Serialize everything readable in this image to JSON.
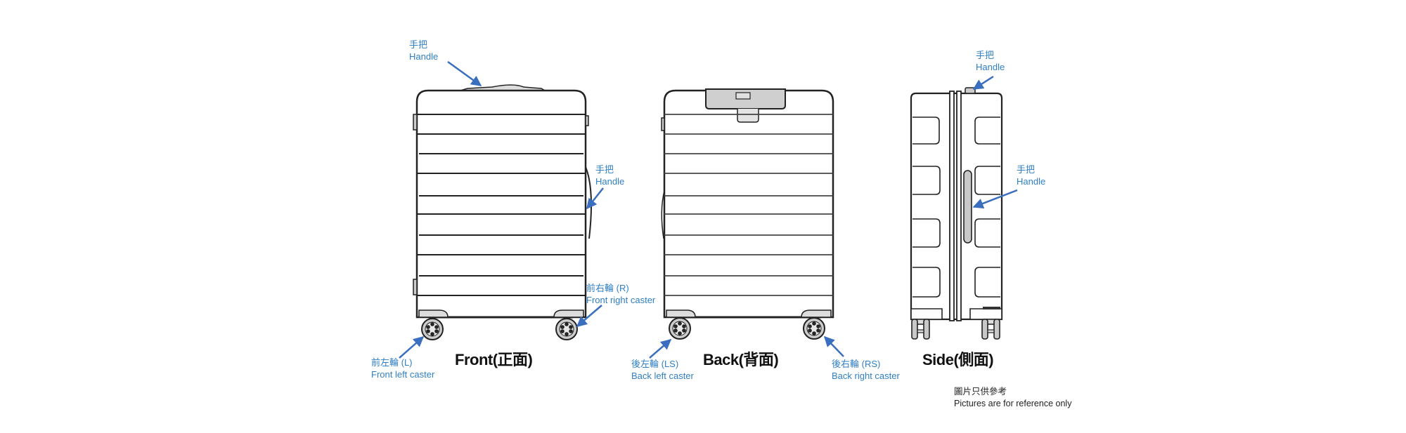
{
  "views": {
    "front": {
      "title": "Front(正面)",
      "labels": {
        "handle_top": {
          "zh": "手把",
          "en": "Handle"
        },
        "handle_side": {
          "zh": "手把",
          "en": "Handle"
        },
        "right_caster": {
          "zh": "前右輪 (R)",
          "en": "Front right caster"
        },
        "left_caster": {
          "zh": "前左輪 (L)",
          "en": "Front left caster"
        }
      }
    },
    "back": {
      "title": "Back(背面)",
      "labels": {
        "left_caster": {
          "zh": "後左輪 (LS)",
          "en": "Back left caster"
        },
        "right_caster": {
          "zh": "後右輪 (RS)",
          "en": "Back right caster"
        }
      }
    },
    "side": {
      "title": "Side(側面)",
      "labels": {
        "handle_top": {
          "zh": "手把",
          "en": "Handle"
        },
        "handle_side": {
          "zh": "手把",
          "en": "Handle"
        }
      }
    }
  },
  "disclaimer": {
    "zh": "圖片只供參考",
    "en": "Pictures are for reference only"
  },
  "colors": {
    "label": "#2f7fc4",
    "arrow": "#3a6fc0",
    "outline": "#222222",
    "fill_gray": "#c8c8c8"
  }
}
